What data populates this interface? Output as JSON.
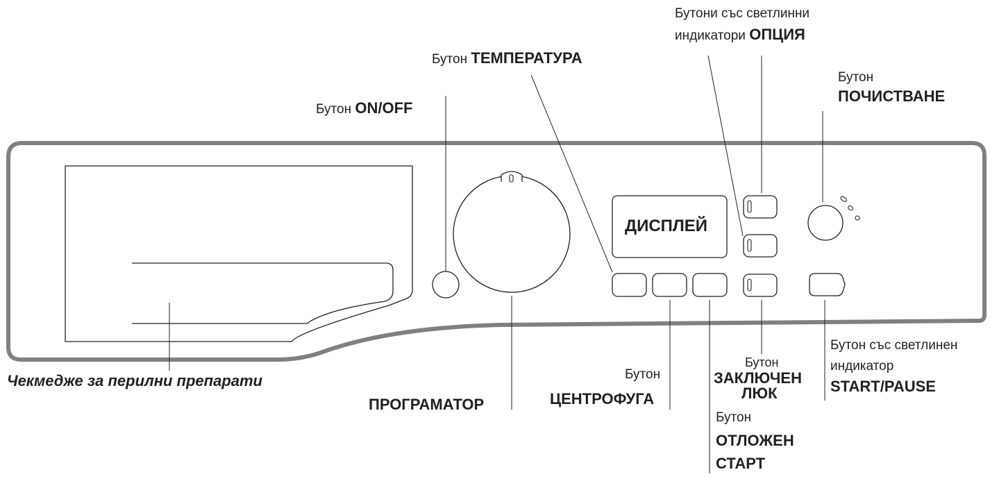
{
  "labels": {
    "drawer": "Чекмедже за перилни препарати",
    "on_off_prefix": "Бутон",
    "on_off_bold": "ON/OFF",
    "temperature_prefix": "Бутон",
    "temperature_bold": "ТЕМПЕРАТУРА",
    "options_line1": "Бутони със светлинни",
    "options_line2_prefix": "индикатори",
    "options_line2_bold": "ОПЦИЯ",
    "cleaning_prefix": "Бутон",
    "cleaning_bold": "ПОЧИСТВАНЕ",
    "display": "ДИСПЛЕЙ",
    "programmer": "ПРОГРАМАТОР",
    "spin_prefix": "Бутон",
    "spin_bold": "ЦЕНТРОФУГА",
    "door_lock_prefix": "Бутон",
    "door_lock_bold1": "ЗАКЛЮЧЕН",
    "door_lock_bold2": "ЛЮК",
    "delay_prefix": "Бутон",
    "delay_bold1": "ОТЛОЖЕН",
    "delay_bold2": "СТАРТ",
    "start_line1": "Бутон със светлинен",
    "start_line2": "индикатор",
    "start_bold": "START/PAUSE"
  },
  "colors": {
    "panel_outline": "#808080",
    "line": "#231f20",
    "background": "#ffffff"
  }
}
